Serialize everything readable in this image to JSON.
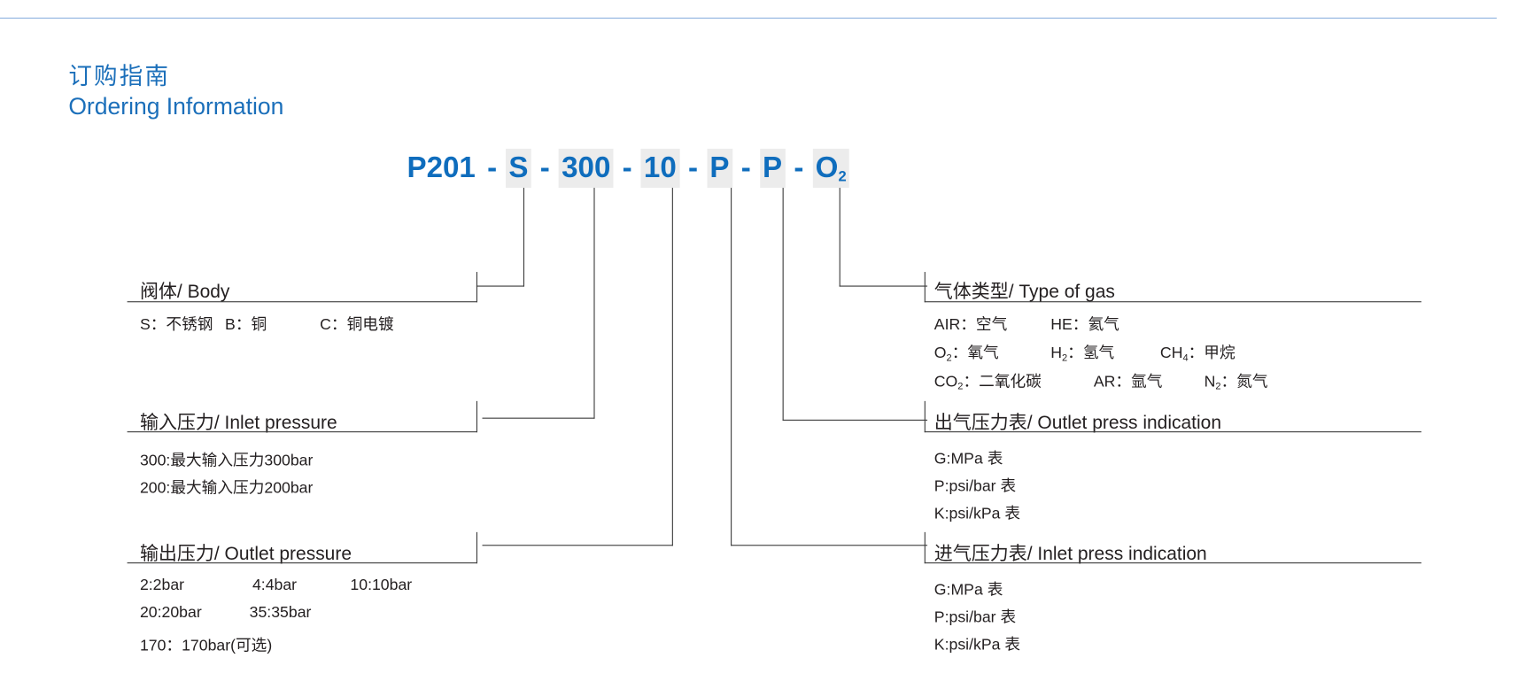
{
  "title_cn": "订购指南",
  "title_en": "Ordering Information",
  "code": {
    "sep": "-",
    "base": "P201",
    "body": "S",
    "inlet": "300",
    "outlet": "10",
    "inlet_gauge": "P",
    "outlet_gauge": "P",
    "gas": "O",
    "gas_sub": "2"
  },
  "body": {
    "heading": "阀体/ Body",
    "options": [
      "S：不锈钢",
      "B：铜",
      "C：铜电镀"
    ]
  },
  "inlet_pressure": {
    "heading": "输入压力/ Inlet pressure",
    "options": [
      "300:最大输入压力300bar",
      "200:最大输入压力200bar"
    ]
  },
  "outlet_pressure": {
    "heading": "输出压力/ Outlet pressure",
    "options": [
      "2:2bar",
      "4:4bar",
      "10:10bar",
      "20:20bar",
      "35:35bar",
      "170：170bar(可选)"
    ]
  },
  "gas_type": {
    "heading": "气体类型/ Type of gas",
    "options": [
      {
        "code": "AIR",
        "sub": "",
        "desc": "：空气"
      },
      {
        "code": "HE",
        "sub": "",
        "desc": "：氦气"
      },
      {
        "code": "O",
        "sub": "2",
        "desc": "：氧气"
      },
      {
        "code": "H",
        "sub": "2",
        "desc": "：氢气"
      },
      {
        "code": "CH",
        "sub": "4",
        "desc": "：甲烷"
      },
      {
        "code": "CO",
        "sub": "2",
        "desc": "：二氧化碳"
      },
      {
        "code": "AR",
        "sub": "",
        "desc": "：氩气"
      },
      {
        "code": "N",
        "sub": "2",
        "desc": "：氮气"
      }
    ]
  },
  "outlet_gauge": {
    "heading": "出气压力表/ Outlet press indication",
    "options": [
      "G:MPa 表",
      "P:psi/bar 表",
      "K:psi/kPa 表"
    ]
  },
  "inlet_gauge": {
    "heading": "进气压力表/ Inlet press indication",
    "options": [
      "G:MPa 表",
      "P:psi/bar 表",
      "K:psi/kPa 表"
    ]
  },
  "colors": {
    "accent": "#0f6dbd",
    "box": "#ececec",
    "rule": "#8fb3df"
  }
}
